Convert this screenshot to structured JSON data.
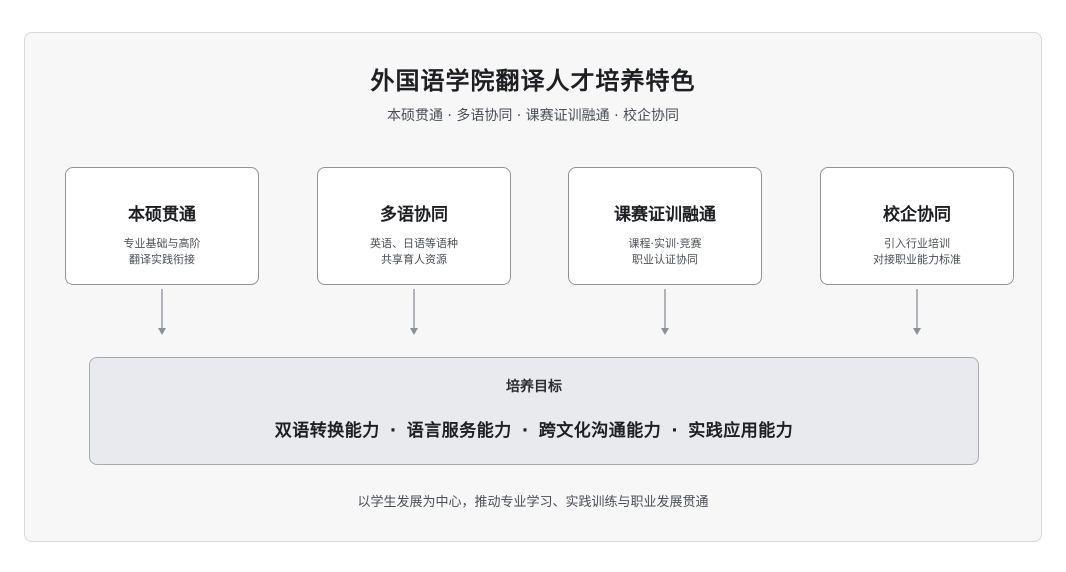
{
  "title": "外国语学院翻译人才培养特色",
  "subtitle": "本硕贯通 · 多语协同 · 课赛证训融通 · 校企协同",
  "cards": [
    {
      "title": "本硕贯通",
      "desc_line1": "专业基础与高阶",
      "desc_line2": "翻译实践衔接"
    },
    {
      "title": "多语协同",
      "desc_line1": "英语、日语等语种",
      "desc_line2": "共享育人资源"
    },
    {
      "title": "课赛证训融通",
      "desc_line1": "课程·实训·竞赛",
      "desc_line2": "职业认证协同"
    },
    {
      "title": "校企协同",
      "desc_line1": "引入行业培训",
      "desc_line2": "对接职业能力标准"
    }
  ],
  "goal": {
    "title": "培养目标",
    "abilities": [
      "双语转换能力",
      "语言服务能力",
      "跨文化沟通能力",
      "实践应用能力"
    ],
    "separator": "·"
  },
  "footer": "以学生发展为中心，推动专业学习、实践训练与职业发展贯通",
  "colors": {
    "canvas_bg": "#f7f7f8",
    "card_border": "#8e949c",
    "goal_bg": "#e8eaee",
    "arrow": "#8a9098"
  }
}
